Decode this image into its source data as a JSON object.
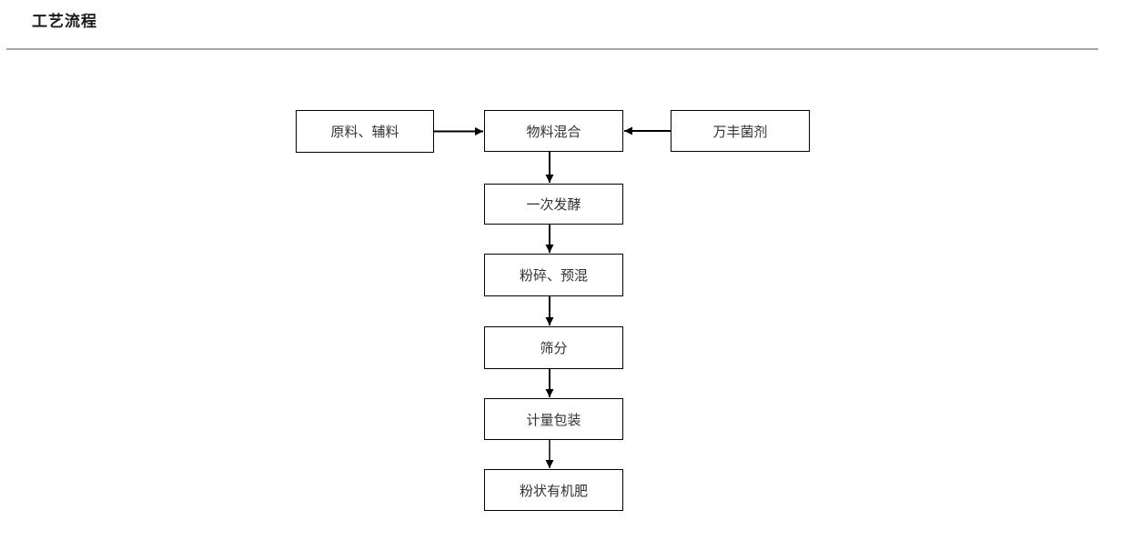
{
  "page": {
    "title": "工艺流程"
  },
  "flowchart": {
    "nodes": [
      {
        "id": "raw-materials",
        "label": "原料、辅料"
      },
      {
        "id": "material-mixing",
        "label": "物料混合"
      },
      {
        "id": "wanfeng-agent",
        "label": "万丰菌剂"
      },
      {
        "id": "primary-fermentation",
        "label": "一次发酵"
      },
      {
        "id": "crushing-premixing",
        "label": "粉碎、预混"
      },
      {
        "id": "screening",
        "label": "筛分"
      },
      {
        "id": "measuring-packaging",
        "label": "计量包装"
      },
      {
        "id": "powdered-organic-fertilizer",
        "label": "粉状有机肥"
      }
    ],
    "edges": [
      {
        "from": "原料、辅料",
        "to": "物料混合",
        "direction": "right"
      },
      {
        "from": "万丰菌剂",
        "to": "物料混合",
        "direction": "left"
      },
      {
        "from": "物料混合",
        "to": "一次发酵",
        "direction": "down"
      },
      {
        "from": "一次发酵",
        "to": "粉碎、预混",
        "direction": "down"
      },
      {
        "from": "粉碎、预混",
        "to": "筛分",
        "direction": "down"
      },
      {
        "from": "筛分",
        "to": "计量包装",
        "direction": "down"
      },
      {
        "from": "计量包装",
        "to": "粉状有机肥",
        "direction": "down"
      }
    ],
    "colors": {
      "box_border": "#000000",
      "box_fill": "#ffffff",
      "text": "#333333",
      "arrow": "#000000",
      "divider": "#a6a6a6",
      "background": "#ffffff"
    }
  }
}
